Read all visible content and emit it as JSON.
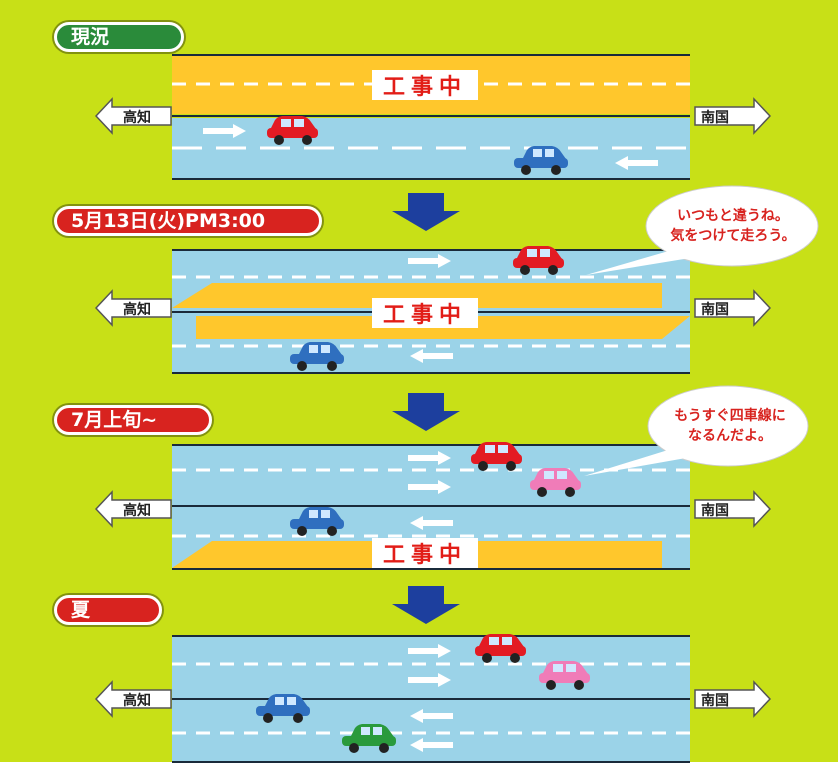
{
  "phases": [
    {
      "label": "現況"
    },
    {
      "label": "5月13日(火)PM3:00"
    },
    {
      "label": "7月上旬~"
    },
    {
      "label": "夏"
    }
  ],
  "cities": {
    "left": "高知",
    "right": "南国"
  },
  "construction_label": "工事中",
  "bubbles": [
    {
      "line1": "いつもと違うね。",
      "line2": "気をつけて走ろう。"
    },
    {
      "line1": "もうすぐ四車線に",
      "line2": "なるんだよ。"
    }
  ],
  "colors": {
    "background": "#c8e017",
    "road": "#9bd3e8",
    "construction": "#ffc72c",
    "construction_text": "#e21d17",
    "phase_label_current": "#2a8b3a",
    "phase_label_future": "#d8231f",
    "flow_arrow": "#1d3f9e",
    "car_red": "#e31b23",
    "car_blue": "#2f6fbf",
    "car_pink": "#f07cb8",
    "car_green": "#2a9a3c"
  }
}
